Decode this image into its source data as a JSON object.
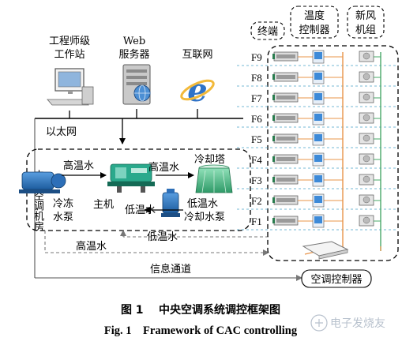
{
  "top": {
    "engineer_workstation": [
      "工程师级",
      "工作站"
    ],
    "web_server": [
      "Web",
      "服务器"
    ],
    "internet": "互联网",
    "ethernet": "以太网"
  },
  "building": {
    "terminal": "终端",
    "temp_controller": [
      "温度",
      "控制器"
    ],
    "fresh_air_unit": [
      "新风",
      "机组"
    ],
    "floors": [
      "F9",
      "F8",
      "F7",
      "F6",
      "F5",
      "F4",
      "F3",
      "F2",
      "F1"
    ]
  },
  "plant_room": {
    "title": "中央空调机房",
    "chilled_pump": [
      "冷冻",
      "水泵"
    ],
    "chiller": "主机",
    "cooling_tower": "冷却塔",
    "cooling_pump": [
      "低温水",
      "冷却水泵"
    ],
    "high_temp_water": "高温水",
    "low_temp_water": "低温水"
  },
  "loop": {
    "high_temp_water": "高温水",
    "low_temp_water": "低温水",
    "info_channel": "信息通道",
    "ac_controller": "空调控制器"
  },
  "caption": {
    "zh": "图 1    中央空调系统调控框架图",
    "en": "Fig. 1    Framework of CAC controlling"
  },
  "watermark": "电子发烧友",
  "colors": {
    "accent_blue": "#1c5a9e",
    "dashed_grey": "#777777",
    "orange_pipe": "#e8944a",
    "green_pipe": "#4aa86a",
    "panel_blue": "#3d8ad8",
    "tower_green": "#4bbf8a"
  }
}
